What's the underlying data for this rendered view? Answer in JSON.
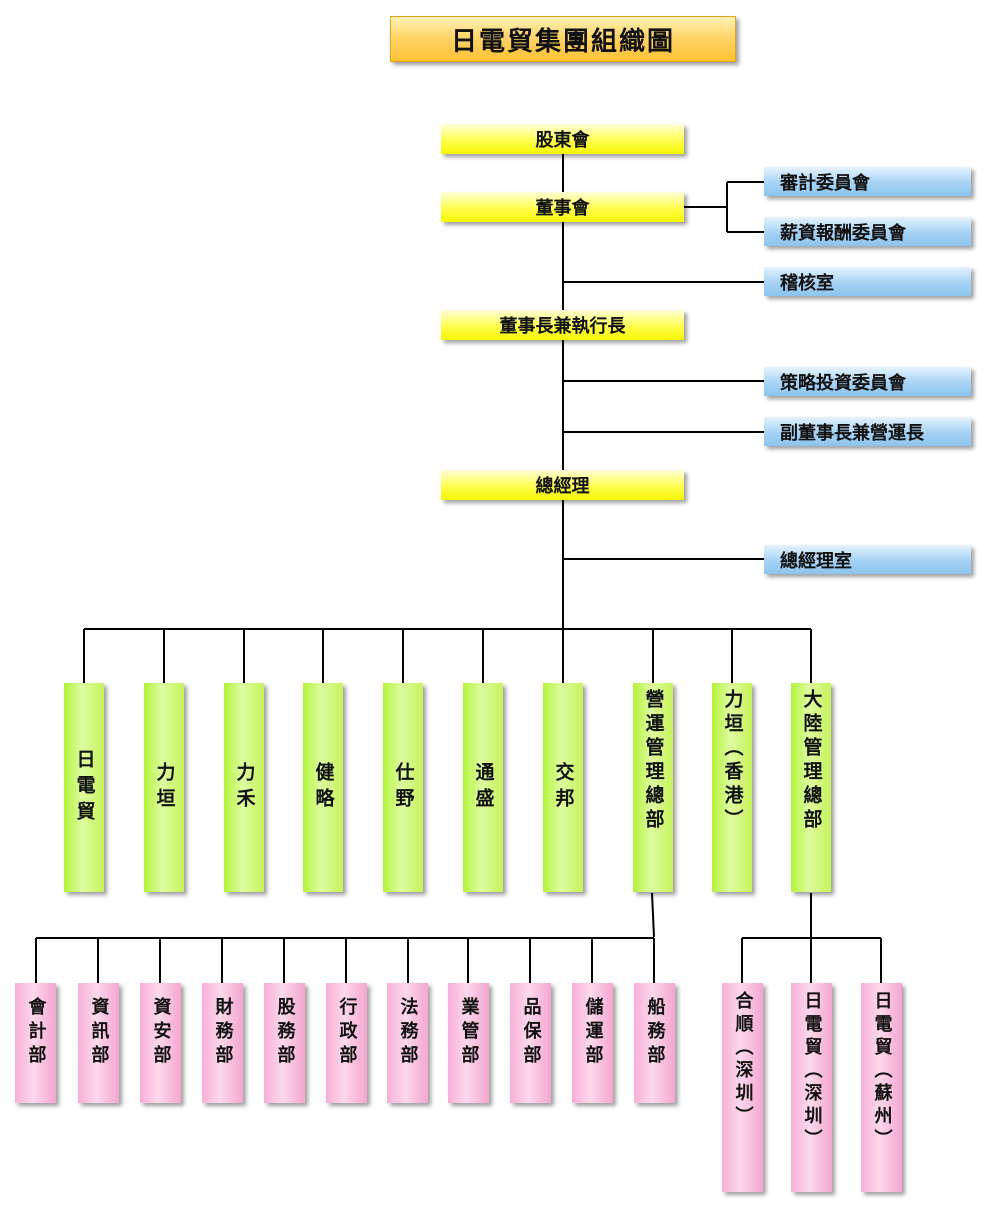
{
  "title": "日電貿集團組織圖",
  "governance": {
    "shareholders": "股東會",
    "board": "董事會",
    "chairman_ceo": "董事長兼執行長",
    "general_manager": "總經理"
  },
  "side_units": {
    "audit_committee": "審計委員會",
    "compensation_committee": "薪資報酬委員會",
    "internal_audit": "稽核室",
    "strategy_committee": "策略投資委員會",
    "vice_chairman_coo": "副董事長兼營運長",
    "gm_office": "總經理室"
  },
  "subsidiaries": [
    "日電貿",
    "力垣",
    "力禾",
    "健略",
    "仕野",
    "通盛",
    "交邦",
    "營運管理總部",
    "力垣（香港）",
    "大陸管理總部"
  ],
  "hq_departments": [
    "會計部",
    "資訊部",
    "資安部",
    "財務部",
    "股務部",
    "行政部",
    "法務部",
    "業管部",
    "品保部",
    "儲運部",
    "船務部"
  ],
  "china_units": [
    "合順（深圳）",
    "日電貿（深圳）",
    "日電貿（蘇州）"
  ]
}
